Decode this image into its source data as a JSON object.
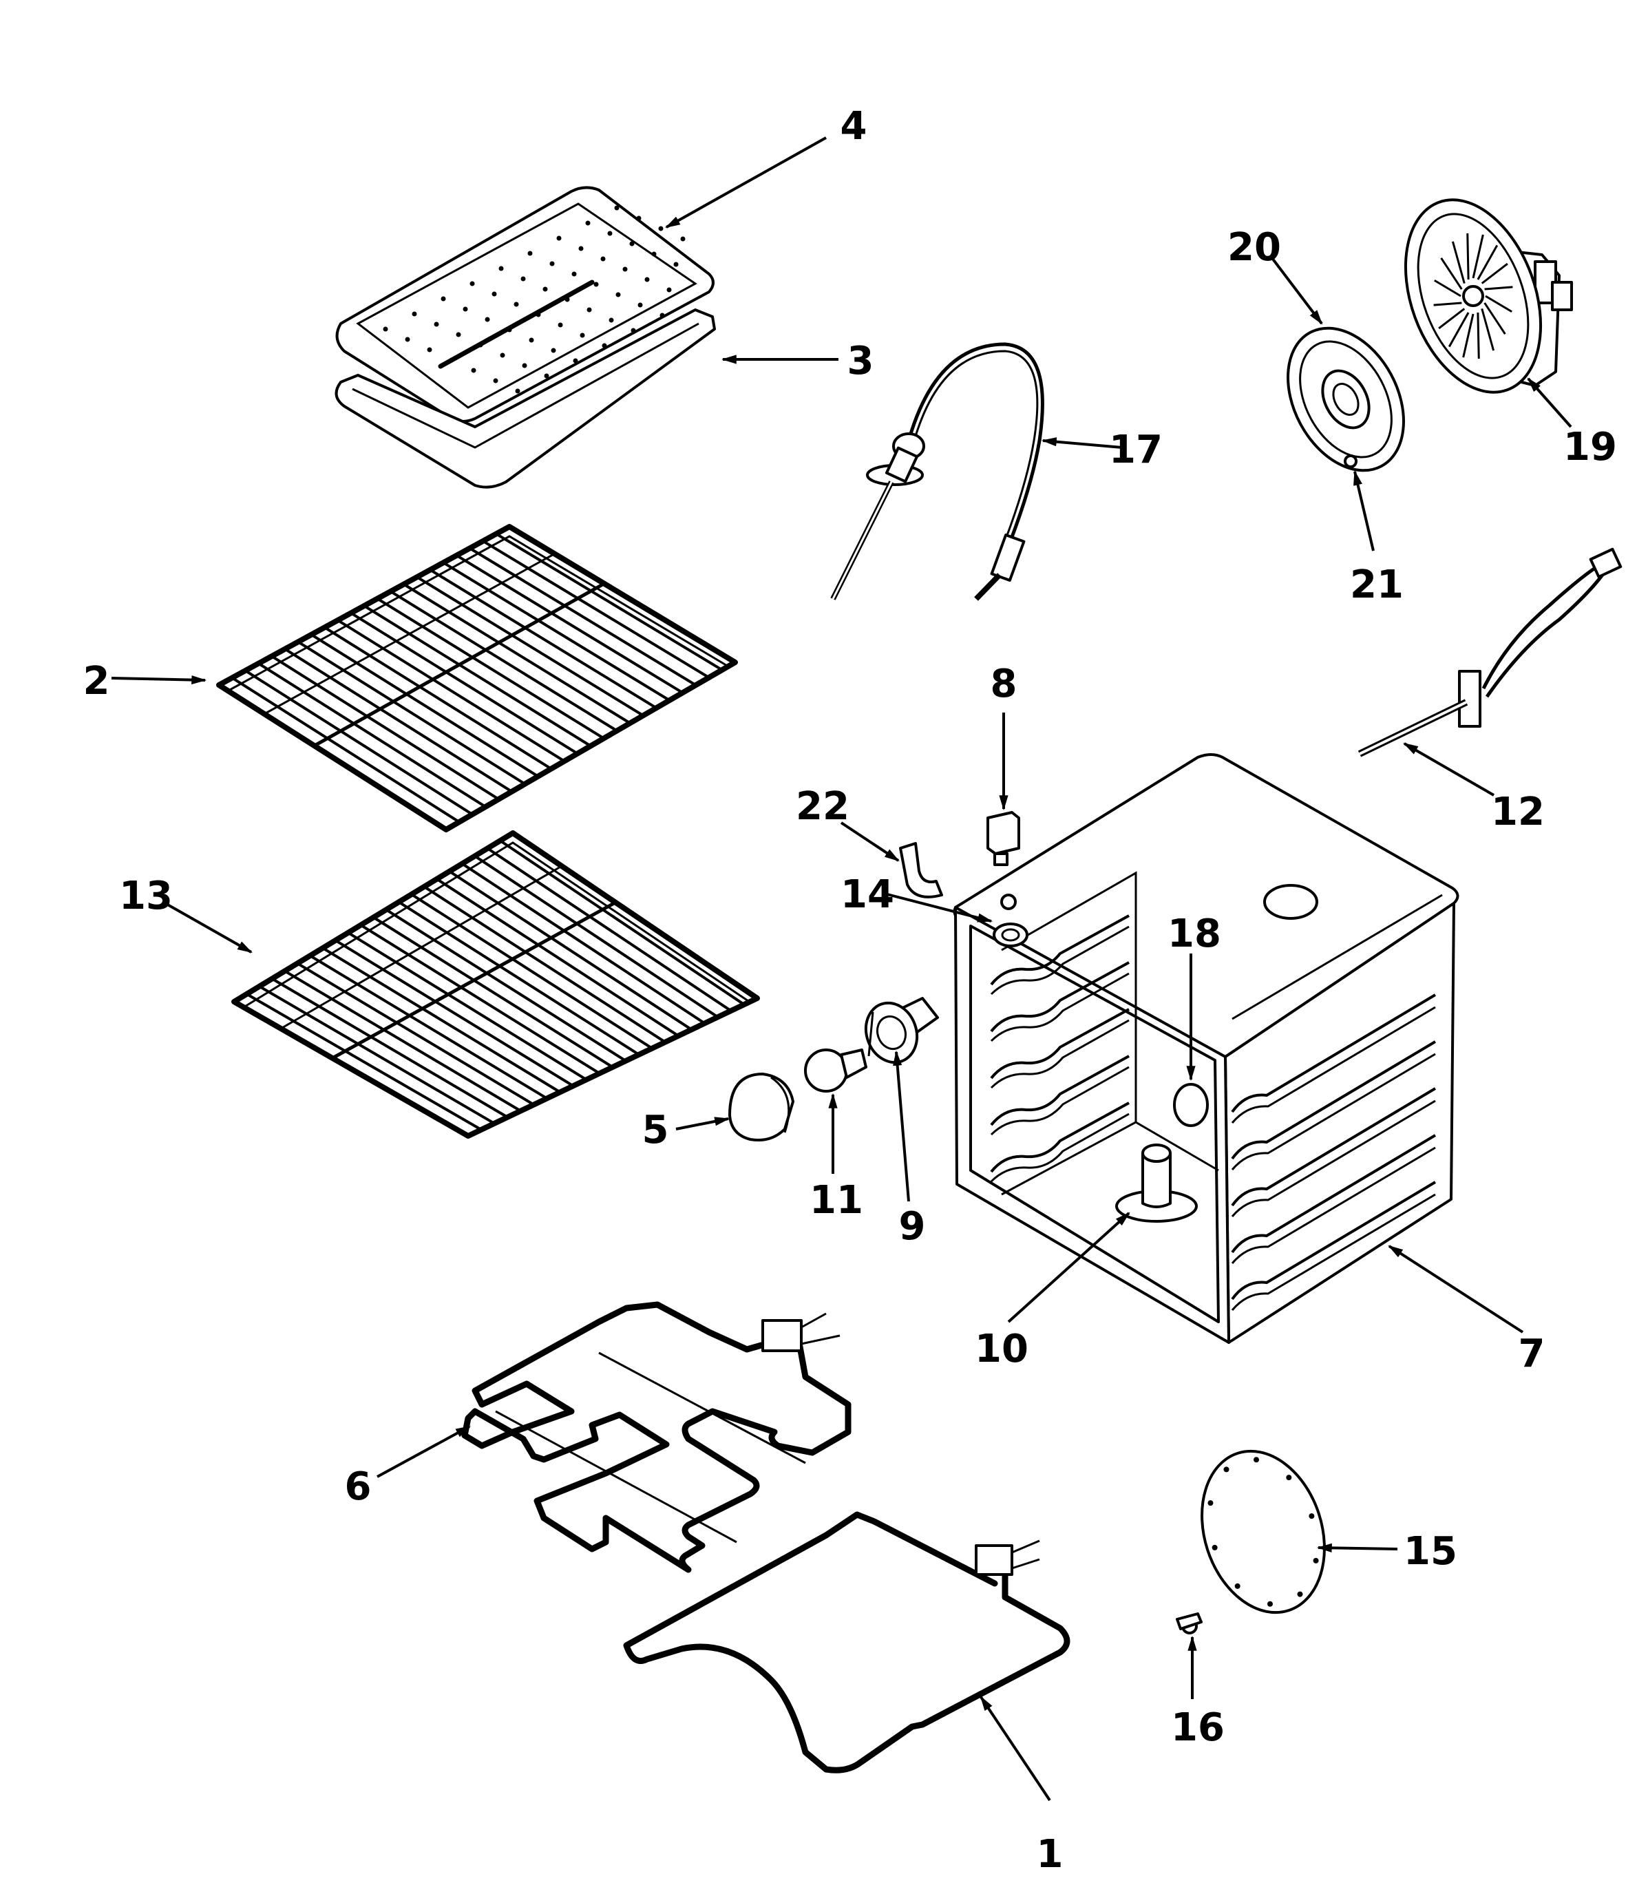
{
  "diagram": {
    "callouts": [
      {
        "id": "c1",
        "label": "1"
      },
      {
        "id": "c2",
        "label": "2"
      },
      {
        "id": "c3",
        "label": "3"
      },
      {
        "id": "c4",
        "label": "4"
      },
      {
        "id": "c5",
        "label": "5"
      },
      {
        "id": "c6",
        "label": "6"
      },
      {
        "id": "c7",
        "label": "7"
      },
      {
        "id": "c8",
        "label": "8"
      },
      {
        "id": "c9",
        "label": "9"
      },
      {
        "id": "c10",
        "label": "10"
      },
      {
        "id": "c11",
        "label": "11"
      },
      {
        "id": "c12",
        "label": "12"
      },
      {
        "id": "c13",
        "label": "13"
      },
      {
        "id": "c14",
        "label": "14"
      },
      {
        "id": "c15",
        "label": "15"
      },
      {
        "id": "c16",
        "label": "16"
      },
      {
        "id": "c17",
        "label": "17"
      },
      {
        "id": "c18",
        "label": "18"
      },
      {
        "id": "c19",
        "label": "19"
      },
      {
        "id": "c20",
        "label": "20"
      },
      {
        "id": "c21",
        "label": "21"
      },
      {
        "id": "c22",
        "label": "22"
      }
    ]
  }
}
